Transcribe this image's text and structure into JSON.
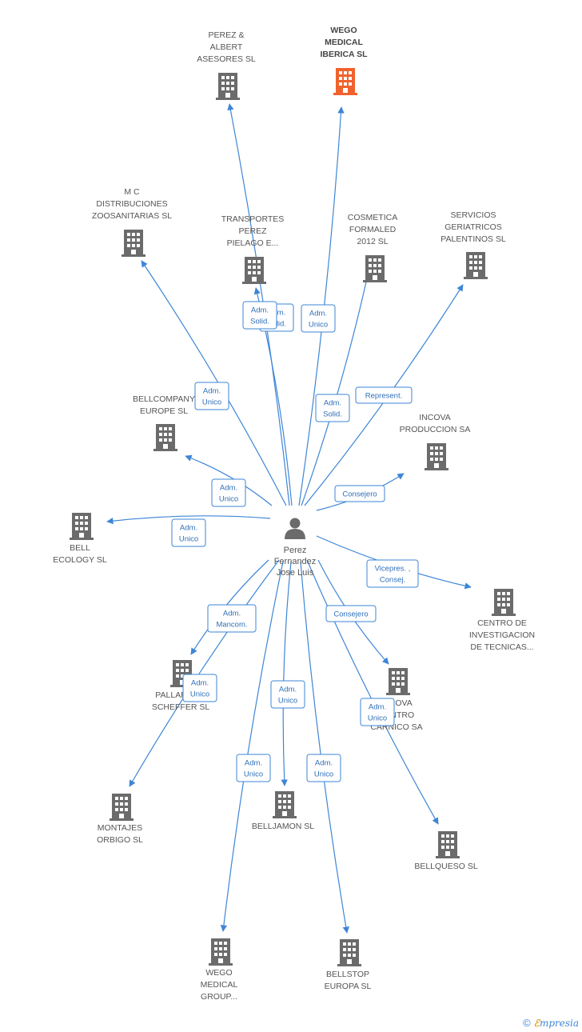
{
  "center": {
    "name_lines": [
      "Perez",
      "Fernandez",
      "Jose Luis"
    ],
    "icon": "person-icon"
  },
  "companies": [
    {
      "id": "perez-albert",
      "lines": [
        "PEREZ &",
        "ALBERT",
        "ASESORES SL"
      ],
      "icon": "building-icon",
      "highlight": false
    },
    {
      "id": "wego-medical-iberica",
      "lines": [
        "WEGO",
        "MEDICAL",
        "IBERICA SL"
      ],
      "icon": "building-icon",
      "highlight": true
    },
    {
      "id": "mc-distribuciones",
      "lines": [
        "M C",
        "DISTRIBUCIONES",
        "ZOOSANITARIAS SL"
      ],
      "icon": "building-icon",
      "highlight": false
    },
    {
      "id": "transportes-perez",
      "lines": [
        "TRANSPORTES",
        "PEREZ",
        "PIELAGO E..."
      ],
      "icon": "building-icon",
      "highlight": false
    },
    {
      "id": "cosmetica-formaled",
      "lines": [
        "COSMETICA",
        "FORMALED",
        "2012 SL"
      ],
      "icon": "building-icon",
      "highlight": false
    },
    {
      "id": "servicios-geriatricos",
      "lines": [
        "SERVICIOS",
        "GERIATRICOS",
        "PALENTINOS SL"
      ],
      "icon": "building-icon",
      "highlight": false
    },
    {
      "id": "bellcompany",
      "lines": [
        "BELLCOMPANY",
        "EUROPE SL"
      ],
      "icon": "building-icon",
      "highlight": false
    },
    {
      "id": "incova-produccion",
      "lines": [
        "INCOVA",
        "PRODUCCION SA"
      ],
      "icon": "building-icon",
      "highlight": false
    },
    {
      "id": "bell-ecology",
      "lines": [
        "BELL",
        "ECOLOGY  SL"
      ],
      "icon": "building-icon",
      "highlight": false
    },
    {
      "id": "centro-investigacion",
      "lines": [
        "CENTRO DE",
        "INVESTIGACION",
        "DE TECNICAS..."
      ],
      "icon": "building-icon",
      "highlight": false
    },
    {
      "id": "pallares-scheffer",
      "lines": [
        "PALLARES &",
        "SCHEFFER SL"
      ],
      "icon": "building-icon",
      "highlight": false
    },
    {
      "id": "incova-centro-carnico",
      "lines": [
        "INCOVA",
        "CENTRO",
        "CARNICO SA"
      ],
      "icon": "building-icon",
      "highlight": false
    },
    {
      "id": "montajes-orbigo",
      "lines": [
        "MONTAJES",
        "ORBIGO SL"
      ],
      "icon": "building-icon",
      "highlight": false
    },
    {
      "id": "belljamon",
      "lines": [
        "BELLJAMON SL"
      ],
      "icon": "building-icon",
      "highlight": false
    },
    {
      "id": "bellqueso",
      "lines": [
        "BELLQUESO SL"
      ],
      "icon": "building-icon",
      "highlight": false
    },
    {
      "id": "wego-medical-group",
      "lines": [
        "WEGO",
        "MEDICAL",
        "GROUP..."
      ],
      "icon": "building-icon",
      "highlight": false
    },
    {
      "id": "bellstop",
      "lines": [
        "BELLSTOP",
        "EUROPA SL"
      ],
      "icon": "building-icon",
      "highlight": false
    }
  ],
  "relations": [
    {
      "target": "perez-albert",
      "role": [
        "Adm.",
        "Solid."
      ]
    },
    {
      "target": "wego-medical-iberica",
      "role": [
        "Adm.",
        "Unico"
      ]
    },
    {
      "target": "mc-distribuciones",
      "role": [
        "Adm.",
        "Unico"
      ]
    },
    {
      "target": "transportes-perez",
      "role": [
        "Adm.",
        "Solid."
      ]
    },
    {
      "target": "cosmetica-formaled",
      "role": [
        "Adm.",
        "Solid."
      ]
    },
    {
      "target": "servicios-geriatricos",
      "role": [
        "Represent."
      ]
    },
    {
      "target": "bellcompany",
      "role": [
        "Adm.",
        "Unico"
      ]
    },
    {
      "target": "incova-produccion",
      "role": [
        "Consejero"
      ]
    },
    {
      "target": "bell-ecology",
      "role": [
        "Adm.",
        "Unico"
      ]
    },
    {
      "target": "centro-investigacion",
      "role": [
        "Vicepres. ,",
        "Consej."
      ]
    },
    {
      "target": "pallares-scheffer",
      "role": [
        "Adm.",
        "Mancom."
      ]
    },
    {
      "target": "incova-centro-carnico",
      "role": [
        "Consejero"
      ]
    },
    {
      "target": "montajes-orbigo",
      "role": [
        "Adm.",
        "Unico"
      ]
    },
    {
      "target": "belljamon",
      "role": [
        "Adm.",
        "Unico"
      ]
    },
    {
      "target": "bellqueso",
      "role": [
        "Adm.",
        "Unico"
      ]
    },
    {
      "target": "wego-medical-group",
      "role": [
        "Adm.",
        "Unico"
      ]
    },
    {
      "target": "bellstop",
      "role": [
        "Adm.",
        "Unico"
      ]
    }
  ],
  "colors": {
    "edge": "#3e86d6",
    "building": "#6b6b6b",
    "building_highlight": "#f0622d",
    "person": "#6b6b6b"
  },
  "footer": {
    "copyright": "©",
    "brand_initial": "ℰ",
    "brand_rest": "mpresia"
  }
}
